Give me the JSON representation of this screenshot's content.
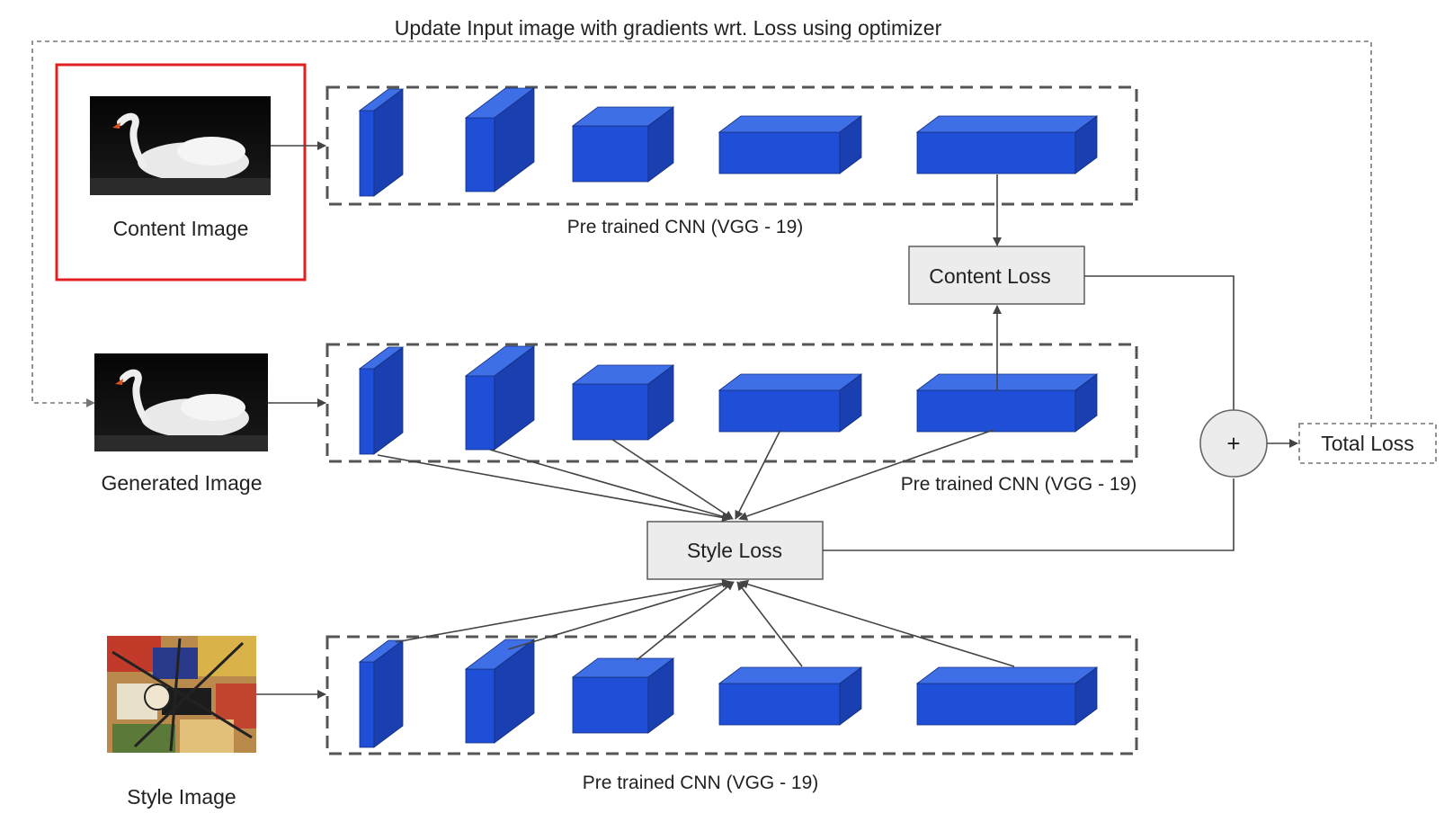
{
  "top_note": "Update Input image with gradients wrt. Loss using optimizer",
  "images": {
    "content": "Content Image",
    "generated": "Generated Image",
    "style": "Style Image"
  },
  "cnn_labels": {
    "content": "Pre trained CNN (VGG - 19)",
    "generated": "Pre trained CNN (VGG - 19)",
    "style": "Pre trained CNN (VGG - 19)"
  },
  "loss": {
    "content": "Content Loss",
    "style": "Style Loss",
    "total": "Total Loss",
    "sum_symbol": "+"
  },
  "colors": {
    "layer_front": "#1f4fd6",
    "layer_top": "#3f6fe6",
    "layer_side": "#1a3fb0",
    "highlight": "#e02020"
  }
}
